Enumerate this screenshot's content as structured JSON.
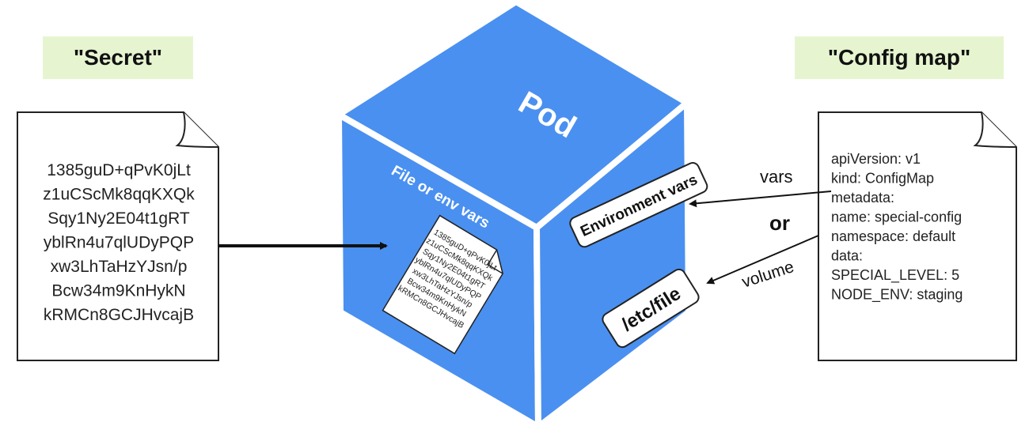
{
  "secret_label": "\"Secret\"",
  "config_label": "\"Config map\"",
  "pod_label": "Pod",
  "file_or_env_label": "File or env vars",
  "env_vars_box_label": "Environment vars",
  "etc_file_box_label": "/etc/file",
  "vars_label": "vars",
  "or_label": "or",
  "volume_label": "volume",
  "secret_doc_lines": [
    "1385guD+qPvK0jLt",
    "z1uCScMk8qqKXQk",
    "Sqy1Ny2E04t1gRT",
    "yblRn4u7qlUDyPQP",
    "xw3LhTaHzYJsn/p",
    "Bcw34m9KnHykN",
    "kRMCn8GCJHvcajB"
  ],
  "config_doc_lines": [
    "apiVersion: v1",
    "kind: ConfigMap",
    "metadata:",
    "   name: special-config",
    "   namespace: default",
    "data:",
    "   SPECIAL_LEVEL: 5",
    "   NODE_ENV: staging"
  ],
  "colors": {
    "cube_blue": "#4a90f0",
    "label_green": "#e6f5d0"
  }
}
